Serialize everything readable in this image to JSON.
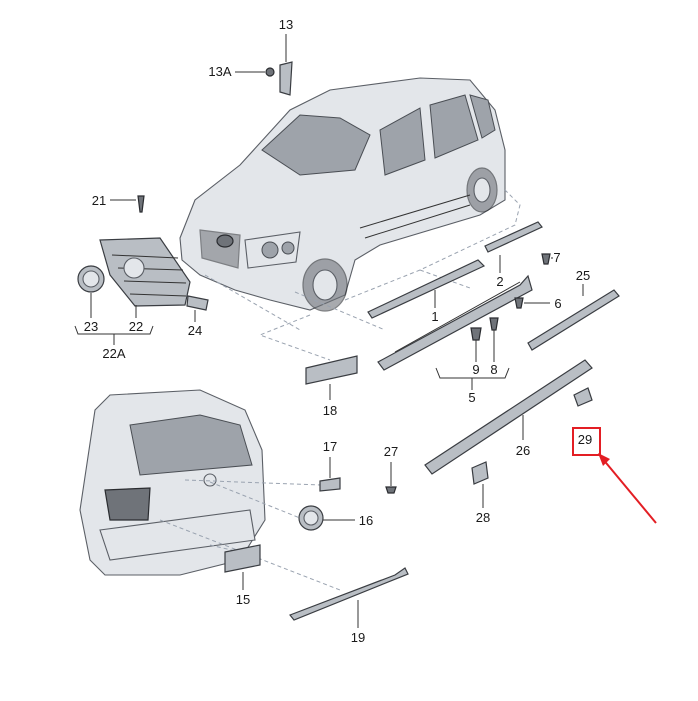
{
  "callouts": {
    "c1": "1",
    "c2": "2",
    "c5": "5",
    "c6": "6",
    "c7": "7",
    "c8": "8",
    "c9": "9",
    "c13": "13",
    "c13a": "13A",
    "c15": "15",
    "c16": "16",
    "c17": "17",
    "c18": "18",
    "c19": "19",
    "c21": "21",
    "c22": "22",
    "c22a": "22A",
    "c23": "23",
    "c24": "24",
    "c25": "25",
    "c26": "26",
    "c27": "27",
    "c28": "28",
    "c29": "29"
  },
  "highlight": {
    "target": "29",
    "box_color": "#e31e24",
    "arrow_color": "#e31e24"
  },
  "colors": {
    "line": "#333333",
    "dashed_guide": "#9aa3b0",
    "part_fill": "#b9bec4"
  }
}
